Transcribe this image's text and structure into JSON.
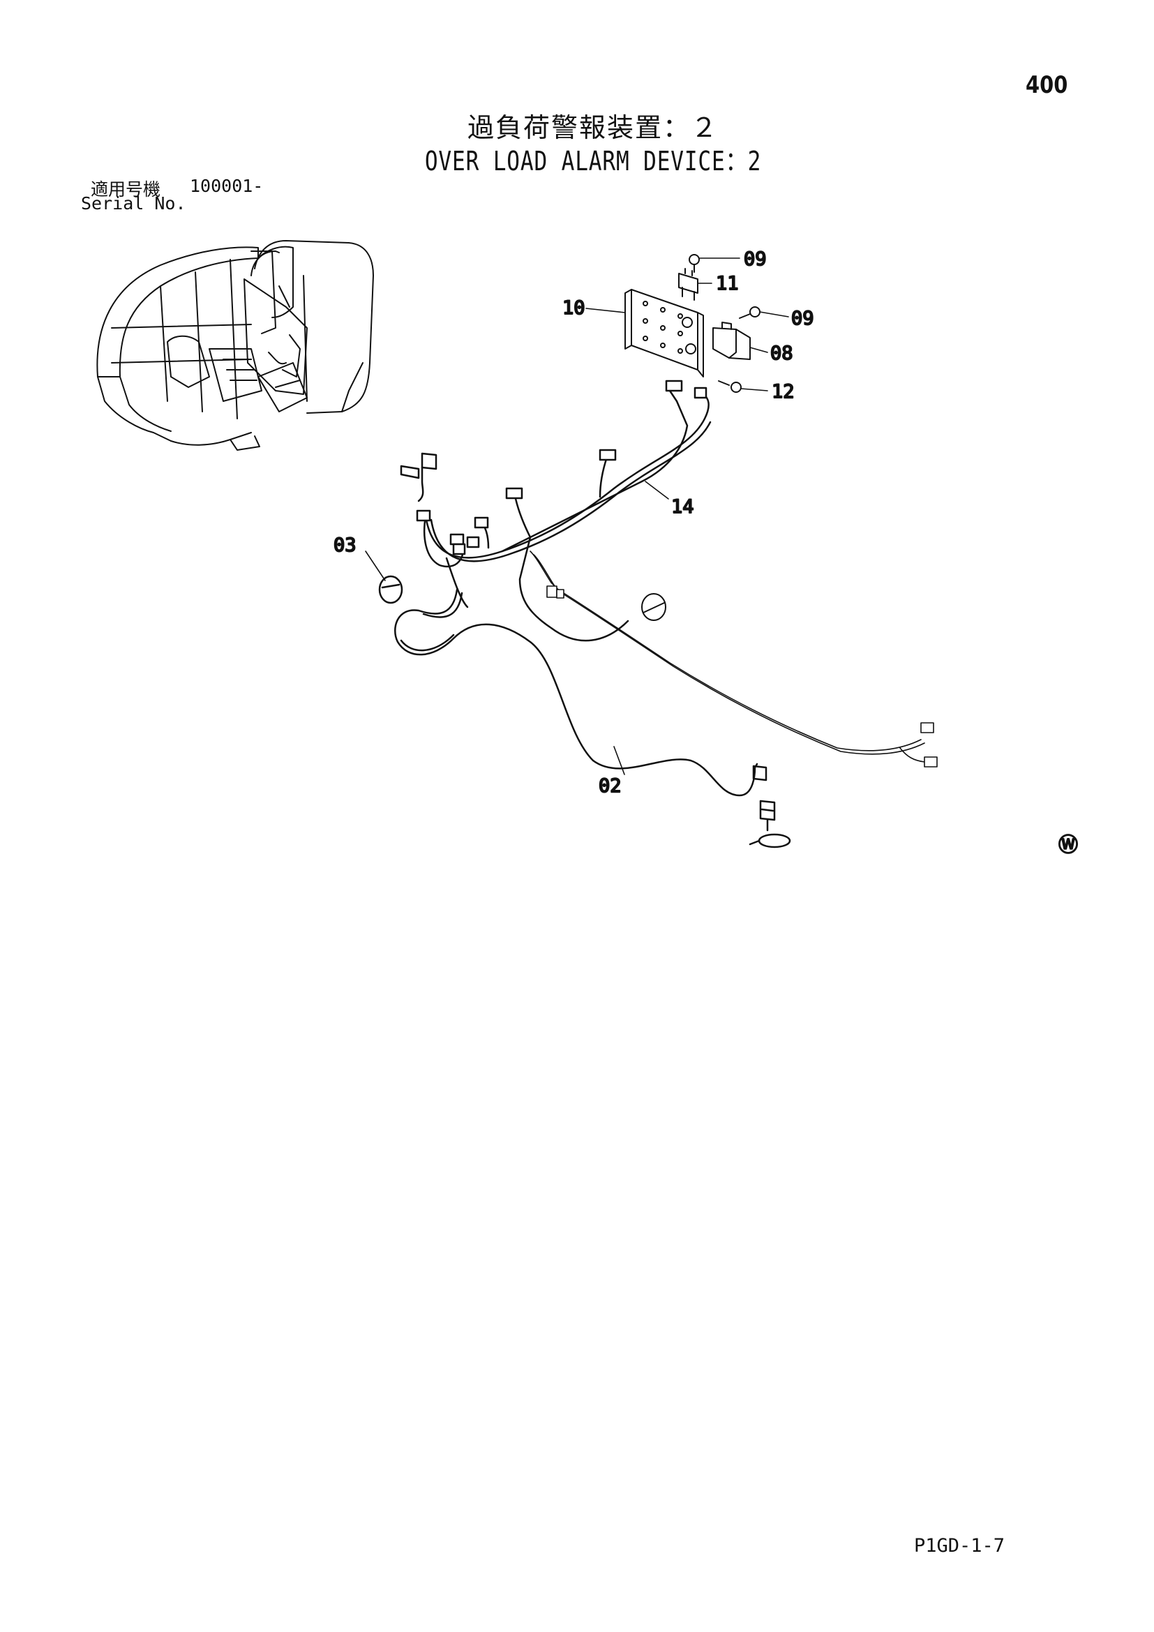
{
  "page_number": "400",
  "title_jp": "過負荷警報装置：２",
  "title_en": "OVER LOAD ALARM DEVICE：2",
  "serial": {
    "label_jp": "適用号機",
    "number": "100001-",
    "label_en": "Serial No."
  },
  "callouts": {
    "c09a": "09",
    "c11": "11",
    "c10": "10",
    "c09b": "09",
    "c08": "08",
    "c12": "12",
    "c14": "14",
    "c03": "03",
    "c02": "02"
  },
  "watermark_symbol": "Ⓦ",
  "footer_code": "P1GD-1-7"
}
